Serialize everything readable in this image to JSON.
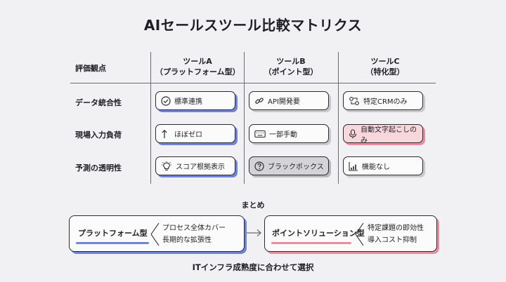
{
  "title": "AIセールスツール比較マトリクス",
  "header": {
    "criteria": "評価観点",
    "columns": [
      {
        "name": "ツールA",
        "sub": "（プラットフォーム型）"
      },
      {
        "name": "ツールB",
        "sub": "（ポイント型）"
      },
      {
        "name": "ツールC",
        "sub": "（特化型）"
      }
    ]
  },
  "rows": [
    {
      "label": "データ統合性",
      "cells": [
        {
          "text": "標準連携",
          "icon": "check-circle-icon"
        },
        {
          "text": "API開発要",
          "icon": "link-icon"
        },
        {
          "text": "特定CRMのみ",
          "icon": "sync-icon"
        }
      ]
    },
    {
      "label": "現場入力負荷",
      "cells": [
        {
          "text": "ほぼゼロ",
          "icon": "arrow-up-icon"
        },
        {
          "text": "一部手動",
          "icon": "keyboard-icon"
        },
        {
          "text": "自動文字起こしのみ",
          "icon": "microphone-icon"
        }
      ]
    },
    {
      "label": "予測の透明性",
      "cells": [
        {
          "text": "スコア根拠表示",
          "icon": "lightbulb-icon"
        },
        {
          "text": "ブラックボックス",
          "icon": "question-circle-icon"
        },
        {
          "text": "機能なし",
          "icon": "bar-chart-icon"
        }
      ]
    }
  ],
  "summary": {
    "label": "まとめ",
    "left": {
      "title": "プラットフォーム型",
      "notes": [
        "プロセス全体カバー",
        "長期的な拡張性"
      ],
      "accent": "#6f84d8"
    },
    "right": {
      "title": "ポイントソリューション型",
      "notes": [
        "特定課題の即効性",
        "導入コスト抑制"
      ],
      "accent": "#e98ea0"
    }
  },
  "conclusion": "ITインフラ成熟度に合わせて選択",
  "colors": {
    "blue": "#6f84d8",
    "pink": "#e98ea0",
    "gray": "#c9c9cd"
  }
}
